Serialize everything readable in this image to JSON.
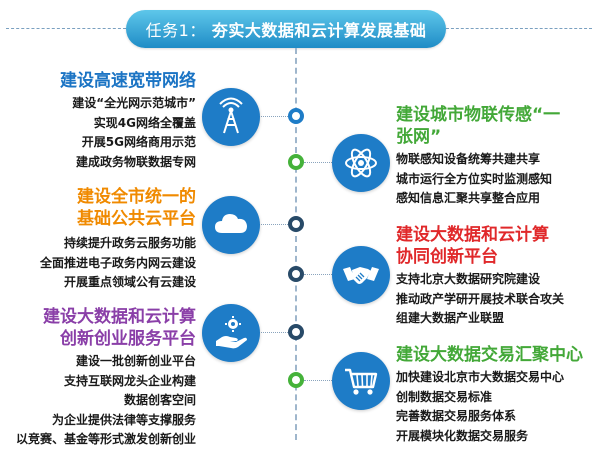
{
  "title": {
    "prefix": "任务1：",
    "text": "夯实大数据和云计算发展基础"
  },
  "left_sections": [
    {
      "heading": [
        "建设高速宽带网络"
      ],
      "items": [
        "建设“全光网示范城市”",
        "实现4G网络全覆盖",
        "开展5G网络商用示范",
        "建成政务物联数据专网"
      ],
      "icon": "antenna-tower-icon"
    },
    {
      "heading": [
        "建设全市统一的",
        "基础公共云平台"
      ],
      "items": [
        "持续提升政务云服务功能",
        "全面推进电子政务内网云建设",
        "开展重点领域公有云建设"
      ],
      "icon": "cloud-icon"
    },
    {
      "heading": [
        "建设大数据和云计算",
        "创新创业服务平台"
      ],
      "items": [
        "建设一批创新创业平台",
        "支持互联网龙头企业构建",
        "数据创客空间",
        "为企业提供法律等支撑服务",
        "以竞赛、基金等形式激发创新创业"
      ],
      "icon": "hand-gear-icon"
    }
  ],
  "right_sections": [
    {
      "heading": [
        "建设城市物联传感“一",
        "张网”"
      ],
      "items": [
        "物联感知设备统筹共建共享",
        "城市运行全方位实时监测感知",
        "感知信息汇聚共享整合应用"
      ],
      "icon": "atom-icon"
    },
    {
      "heading": [
        "建设大数据和云计算",
        "协同创新平台"
      ],
      "items": [
        "支持北京大数据研究院建设",
        "推动政产学研开展技术联合攻关",
        "组建大数据产业联盟"
      ],
      "icon": "handshake-icon"
    },
    {
      "heading": [
        "建设大数据交易汇聚中心"
      ],
      "items": [
        "加快建设北京市大数据交易中心",
        "创制数据交易标准",
        "完善数据交易服务体系",
        "开展模块化数据交易服务"
      ],
      "icon": "shopping-cart-icon"
    }
  ],
  "colors": {
    "title_gradient_top": "#5ec7ea",
    "title_gradient_bottom": "#1f8cc6",
    "icon_bg": "#1e7cc7",
    "heading_blue": "#1b74c4",
    "heading_orange": "#f08a00",
    "heading_purple": "#8a3fa8",
    "heading_green": "#43a838",
    "heading_red": "#e0282a"
  }
}
